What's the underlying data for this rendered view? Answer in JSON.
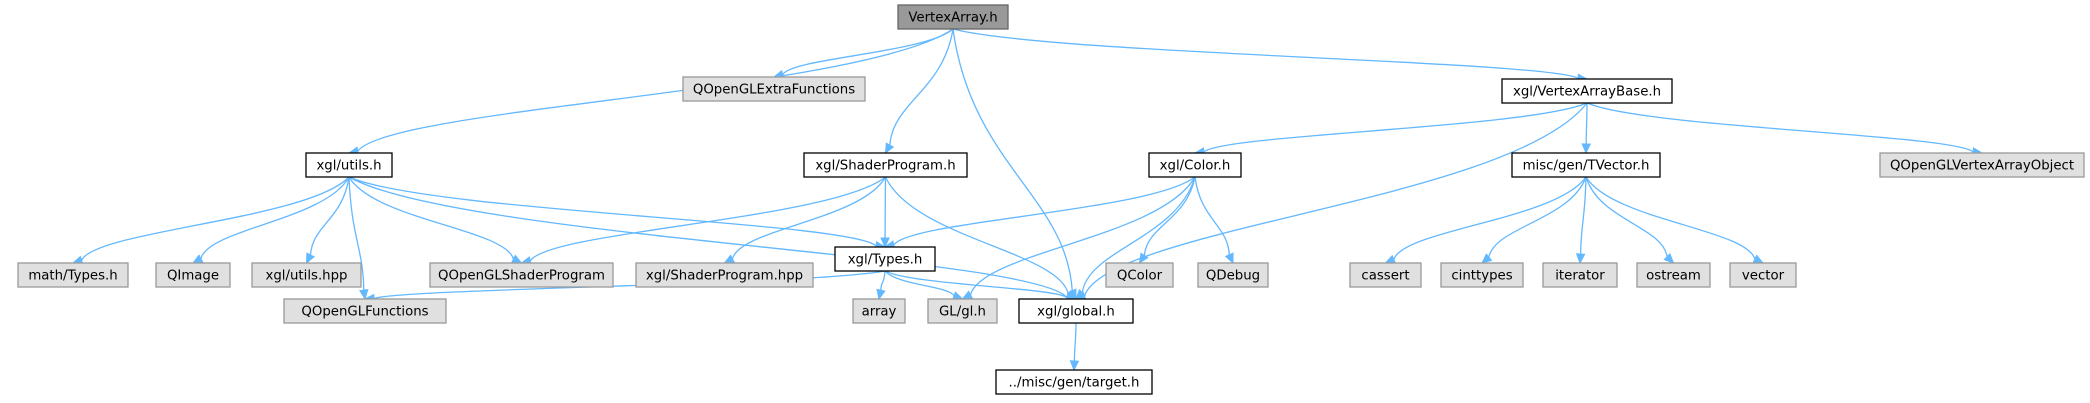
{
  "colors": {
    "root_fill": "#999999",
    "root_stroke": "#666666",
    "documented_fill": "#ffffff",
    "documented_stroke": "#000000",
    "external_fill": "#e0e0e0",
    "external_stroke": "#999999",
    "edge": "#63b8ff"
  },
  "nodes": [
    {
      "id": "vertexarray",
      "label": "VertexArray.h",
      "kind": "root"
    },
    {
      "id": "qopenglextra",
      "label": "QOpenGLExtraFunctions",
      "kind": "external"
    },
    {
      "id": "vertexarraybase",
      "label": "xgl/VertexArrayBase.h",
      "kind": "documented"
    },
    {
      "id": "utils",
      "label": "xgl/utils.h",
      "kind": "documented"
    },
    {
      "id": "shaderprogram",
      "label": "xgl/ShaderProgram.h",
      "kind": "documented"
    },
    {
      "id": "color",
      "label": "xgl/Color.h",
      "kind": "documented"
    },
    {
      "id": "tvector",
      "label": "misc/gen/TVector.h",
      "kind": "documented"
    },
    {
      "id": "qvao",
      "label": "QOpenGLVertexArrayObject",
      "kind": "external"
    },
    {
      "id": "mathtypes",
      "label": "math/Types.h",
      "kind": "external"
    },
    {
      "id": "qimage",
      "label": "QImage",
      "kind": "external"
    },
    {
      "id": "utilshpp",
      "label": "xgl/utils.hpp",
      "kind": "external"
    },
    {
      "id": "qshaderprog",
      "label": "QOpenGLShaderProgram",
      "kind": "external"
    },
    {
      "id": "shaderhpp",
      "label": "xgl/ShaderProgram.hpp",
      "kind": "external"
    },
    {
      "id": "types",
      "label": "xgl/Types.h",
      "kind": "documented"
    },
    {
      "id": "qcolor",
      "label": "QColor",
      "kind": "external"
    },
    {
      "id": "qdebug",
      "label": "QDebug",
      "kind": "external"
    },
    {
      "id": "cassert",
      "label": "cassert",
      "kind": "external"
    },
    {
      "id": "cinttypes",
      "label": "cinttypes",
      "kind": "external"
    },
    {
      "id": "iterator",
      "label": "iterator",
      "kind": "external"
    },
    {
      "id": "ostream",
      "label": "ostream",
      "kind": "external"
    },
    {
      "id": "vector",
      "label": "vector",
      "kind": "external"
    },
    {
      "id": "qglfunctions",
      "label": "QOpenGLFunctions",
      "kind": "external"
    },
    {
      "id": "array",
      "label": "array",
      "kind": "external"
    },
    {
      "id": "glh",
      "label": "GL/gl.h",
      "kind": "external"
    },
    {
      "id": "global",
      "label": "xgl/global.h",
      "kind": "documented"
    },
    {
      "id": "target",
      "label": "../misc/gen/target.h",
      "kind": "documented"
    }
  ],
  "edges": [
    [
      "vertexarray",
      "qopenglextra"
    ],
    [
      "vertexarray",
      "vertexarraybase"
    ],
    [
      "vertexarray",
      "utils"
    ],
    [
      "vertexarray",
      "shaderprogram"
    ],
    [
      "vertexarray",
      "global"
    ],
    [
      "vertexarraybase",
      "color"
    ],
    [
      "vertexarraybase",
      "tvector"
    ],
    [
      "vertexarraybase",
      "qvao"
    ],
    [
      "vertexarraybase",
      "global"
    ],
    [
      "utils",
      "mathtypes"
    ],
    [
      "utils",
      "qimage"
    ],
    [
      "utils",
      "utilshpp"
    ],
    [
      "utils",
      "qshaderprog"
    ],
    [
      "utils",
      "types"
    ],
    [
      "utils",
      "qglfunctions"
    ],
    [
      "utils",
      "global"
    ],
    [
      "shaderprogram",
      "qshaderprog"
    ],
    [
      "shaderprogram",
      "shaderhpp"
    ],
    [
      "shaderprogram",
      "types"
    ],
    [
      "shaderprogram",
      "global"
    ],
    [
      "color",
      "types"
    ],
    [
      "color",
      "qcolor"
    ],
    [
      "color",
      "qdebug"
    ],
    [
      "color",
      "glh"
    ],
    [
      "color",
      "global"
    ],
    [
      "tvector",
      "cassert"
    ],
    [
      "tvector",
      "cinttypes"
    ],
    [
      "tvector",
      "iterator"
    ],
    [
      "tvector",
      "ostream"
    ],
    [
      "tvector",
      "vector"
    ],
    [
      "types",
      "qglfunctions"
    ],
    [
      "types",
      "array"
    ],
    [
      "types",
      "glh"
    ],
    [
      "types",
      "global"
    ],
    [
      "global",
      "target"
    ]
  ]
}
